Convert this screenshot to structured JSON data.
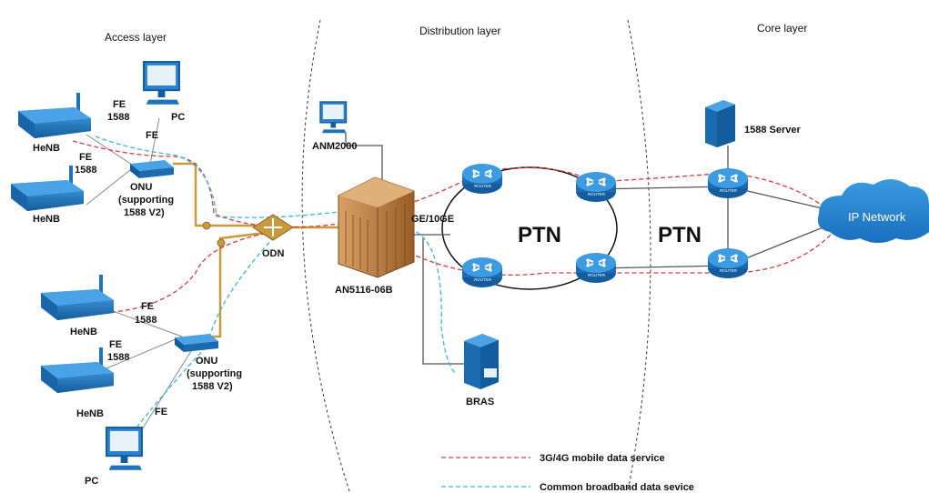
{
  "layers": {
    "access": "Access layer",
    "distribution": "Distribution layer",
    "core": "Core layer"
  },
  "devices": {
    "henb": "HeNB",
    "pc": "PC",
    "onu": "ONU",
    "onu_note": "(supporting",
    "onu_note2": "1588 V2)",
    "odn": "ODN",
    "olt": "AN5116-06B",
    "nms": "ANM2000",
    "bras": "BRAS",
    "server": "1588 Server",
    "ptn": "PTN",
    "ip_network": "IP Network",
    "uplink": "GE/10GE",
    "router_tag": "ROUTER"
  },
  "links": {
    "fe": "FE",
    "fe_1588": "1588"
  },
  "legend": {
    "mobile": "3G/4G mobile data service",
    "broadband": "Common broadband data sevice"
  },
  "colors": {
    "device_blue": "#1e73be",
    "fiber": "#c89a3e",
    "mobile_line": "#d93b3b",
    "broadband_line": "#3cb6e0",
    "olt_brown": "#b7773a"
  }
}
